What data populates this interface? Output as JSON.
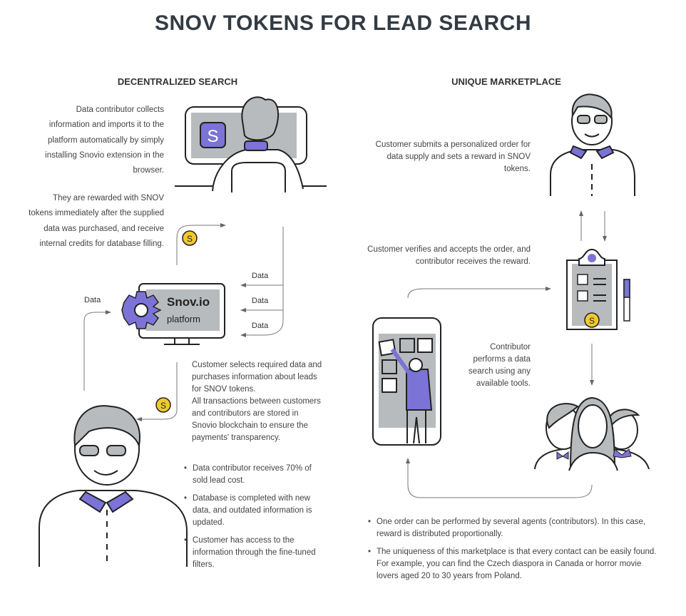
{
  "title": "SNOV TOKENS FOR LEAD SEARCH",
  "left": {
    "heading": "DECENTRALIZED SEARCH",
    "para1": "Data contributor collects information and imports it to the platform automatically by simply installing Snovio extension in the browser.",
    "para2": "They are rewarded with SNOV tokens immediately after the supplied data was purchased, and receive internal credits for database filling.",
    "platform_name": "Snov.io",
    "platform_sub": "platform",
    "extension_letter": "S",
    "coin_letter": "S",
    "data_labels": [
      "Data",
      "Data",
      "Data",
      "Data"
    ],
    "para3": "Customer selects required data and purchases information about leads for SNOV tokens.",
    "para4": "All transactions between customers and contributors are stored in Snovio blockchain to ensure the payments' transparency.",
    "bullets": [
      "Data contributor receives 70% of sold lead cost.",
      "Database is completed with new data, and outdated information is updated.",
      "Customer has access to the information through the fine-tuned filters."
    ]
  },
  "right": {
    "heading": "UNIQUE MARKETPLACE",
    "para1": "Customer submits a personalized order for data supply and sets a reward in SNOV tokens.",
    "para2": "Customer verifies and accepts the order, and contributor receives the reward.",
    "para3": "Contributor performs a data search using any available tools.",
    "coin_letter": "S",
    "bullets": [
      "One order can be performed by several agents (contributors). In this case, reward is distributed proportionally.",
      "The uniqueness of this marketplace is that every contact can be easily found. For example, you can find the Czech diaspora in Canada or horror movie lovers aged 20 to 30 years from Poland."
    ]
  },
  "colors": {
    "accent": "#7b73d6",
    "coin": "#f0c930",
    "gray": "#b8bbbd",
    "line": "#222222"
  }
}
